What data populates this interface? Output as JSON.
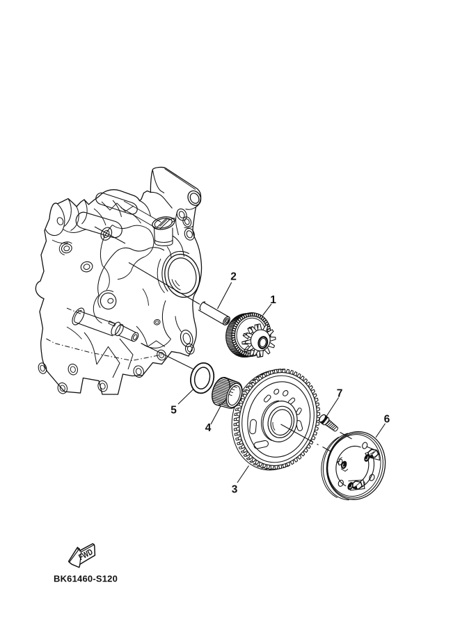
{
  "diagram": {
    "type": "exploded-parts-diagram",
    "code": "BK61460-S120",
    "fwd_label": "FWD",
    "background_color": "#ffffff",
    "line_color": "#111111",
    "labels": [
      {
        "text": "1"
      },
      {
        "text": "2"
      },
      {
        "text": "3"
      },
      {
        "text": "4"
      },
      {
        "text": "5"
      },
      {
        "text": "6"
      },
      {
        "text": "7"
      }
    ]
  }
}
